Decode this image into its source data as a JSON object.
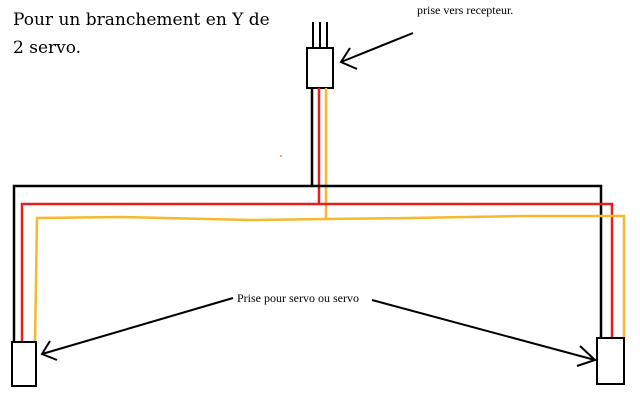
{
  "diagram": {
    "title": "Pour un branchement en Y de 2 servo.",
    "label_receiver": "prise vers recepteur.",
    "label_servo": "Prise pour servo ou servo"
  },
  "colors": {
    "ground_wire": "#000000",
    "power_wire": "#e51e1e",
    "signal_wire": "#f5b82e",
    "background": "#ffffff"
  },
  "icons": [
    "connector-receiver",
    "connector-servo-left",
    "connector-servo-right",
    "arrow-to-receiver",
    "arrow-to-left-servo",
    "arrow-to-right-servo"
  ]
}
